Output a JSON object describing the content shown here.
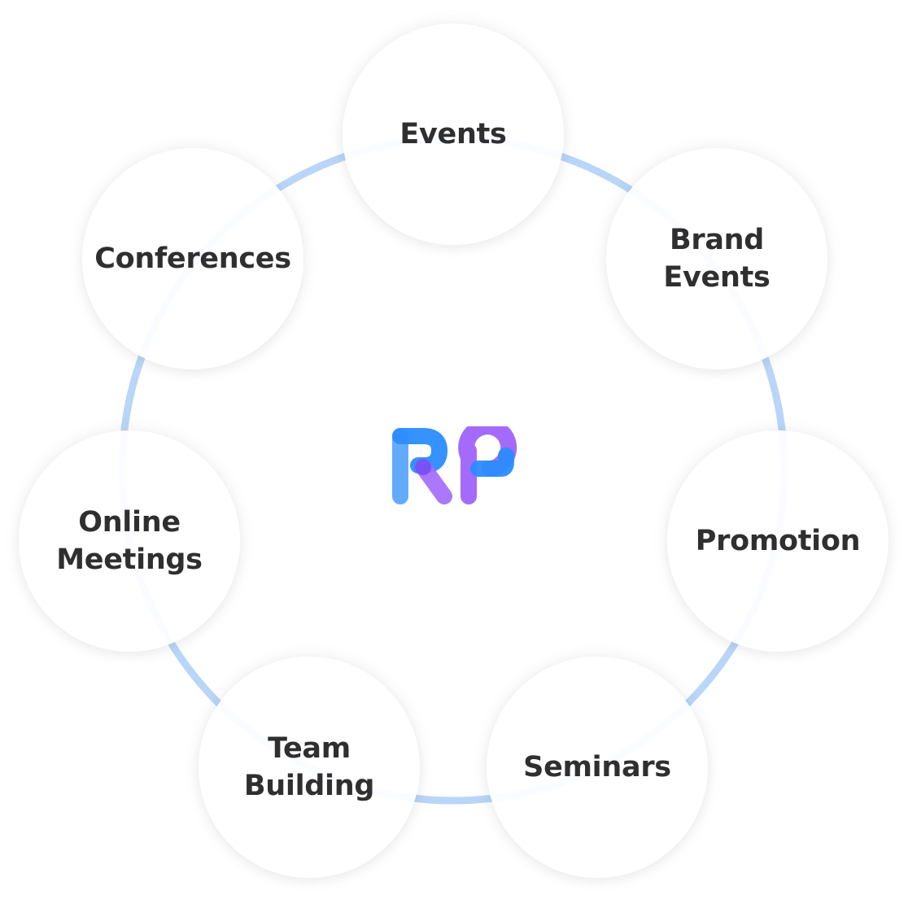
{
  "diagram": {
    "type": "radial-hub",
    "center": {
      "logo_text": "RP",
      "logo_name": "rp-logo"
    },
    "nodes": [
      {
        "id": "events",
        "label": "Events"
      },
      {
        "id": "brand-events",
        "label": "Brand\nEvents"
      },
      {
        "id": "promotion",
        "label": "Promotion"
      },
      {
        "id": "seminars",
        "label": "Seminars"
      },
      {
        "id": "team-building",
        "label": "Team\nBuilding"
      },
      {
        "id": "online-meetings",
        "label": "Online\nMeetings"
      },
      {
        "id": "conferences",
        "label": "Conferences"
      }
    ]
  },
  "colors": {
    "ring": "#b9d6f8",
    "text": "#2f2f2f",
    "logo_blue": "#2b8cff",
    "logo_light_blue": "#5aa6fb",
    "logo_purple": "#a46bfb",
    "logo_violet": "#7350f5"
  }
}
